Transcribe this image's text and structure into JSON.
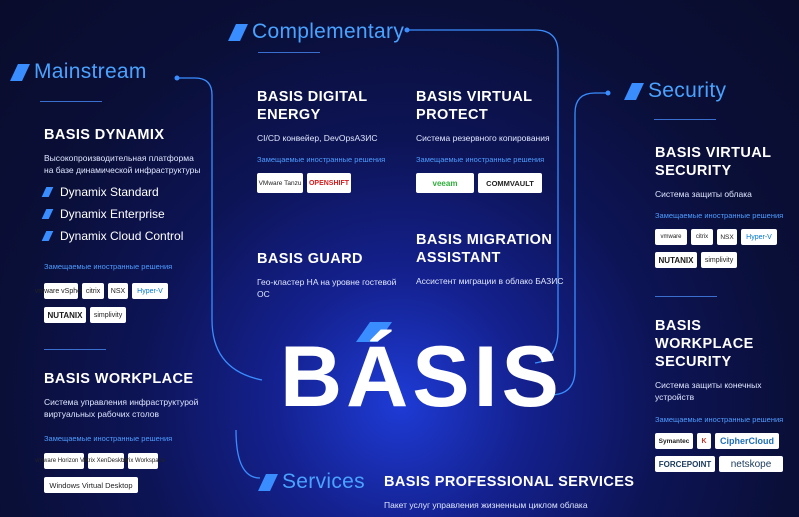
{
  "sections": {
    "mainstream": "Mainstream",
    "complementary": "Complementary",
    "security": "Security",
    "services": "Services"
  },
  "center_logo": "BÁSIS",
  "replacement_label": "Замещаемые иностранные решения",
  "dynamix": {
    "title": "BASIS DYNAMIX",
    "desc1": "Высокопроизводительная платформа",
    "desc2": "на базе динамической инфраструктуры",
    "bullets": [
      "Dynamix Standard",
      "Dynamix Enterprise",
      "Dynamix Cloud Control"
    ],
    "logos_row1": [
      "vmware vSphere",
      "citrix",
      "NSX",
      "Hyper-V"
    ],
    "logos_row2": [
      "NUTANIX",
      "simplivity"
    ]
  },
  "workplace": {
    "title": "BASIS WORKPLACE",
    "desc1": "Система управления инфраструктурой",
    "desc2": "виртуальных рабочих столов",
    "logos_row1": [
      "vmware Horizon View",
      "citrix XenDesktop",
      "citrix Workspace"
    ],
    "logos_row2": [
      "Windows Virtual Desktop"
    ]
  },
  "digital_energy": {
    "title1": "BASIS DIGITAL",
    "title2": "ENERGY",
    "desc": "CI/CD конвейер, DevOpsАЗИС",
    "logos": [
      "VMware Tanzu",
      "OPENSHIFT"
    ]
  },
  "virtual_protect": {
    "title1": "BASIS VIRTUAL",
    "title2": "PROTECT",
    "desc": "Система резервного копирования",
    "logos": [
      "veeam",
      "COMMVAULT"
    ]
  },
  "guard": {
    "title": "BASIS GUARD",
    "desc": "Гео-кластер HA на уровне гостевой ОС"
  },
  "migration": {
    "title1": "BASIS MIGRATION",
    "title2": "ASSISTANT",
    "desc": "Ассистент миграции в облако БАЗИС"
  },
  "virtual_security": {
    "title1": "BASIS VIRTUAL",
    "title2": "SECURITY",
    "desc": "Система защиты облака",
    "logos_row1": [
      "vmware",
      "citrix",
      "NSX",
      "Hyper-V"
    ],
    "logos_row2": [
      "NUTANIX",
      "simplivity"
    ]
  },
  "workplace_security": {
    "title1": "BASIS WORKPLACE",
    "title2": "SECURITY",
    "desc": "Система защиты конечных устройств",
    "logos_row1": [
      "Symantec",
      "K",
      "CipherCloud"
    ],
    "logos_row2": [
      "FORCEPOINT",
      "netskope"
    ]
  },
  "professional": {
    "title": "BASIS PROFESSIONAL SERVICES",
    "desc": "Пакет услуг управления жизненным циклом облака"
  },
  "colors": {
    "accent": "#3a8dff",
    "section_title": "#4aa2ff",
    "replacement_text": "#4f9cff",
    "background": "#0a0f38"
  }
}
